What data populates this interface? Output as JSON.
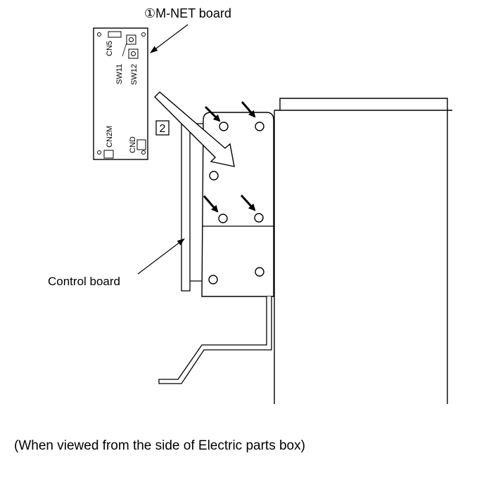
{
  "labels": {
    "mnet_board": "①M-NET board",
    "control_board": "Control board",
    "step_number": "2",
    "cn5": "CN5",
    "sw11": "SW11",
    "sw12": "SW12",
    "cn2m": "CN2M",
    "cnd": "CND"
  },
  "caption": "(When viewed from the side of Electric parts box)"
}
